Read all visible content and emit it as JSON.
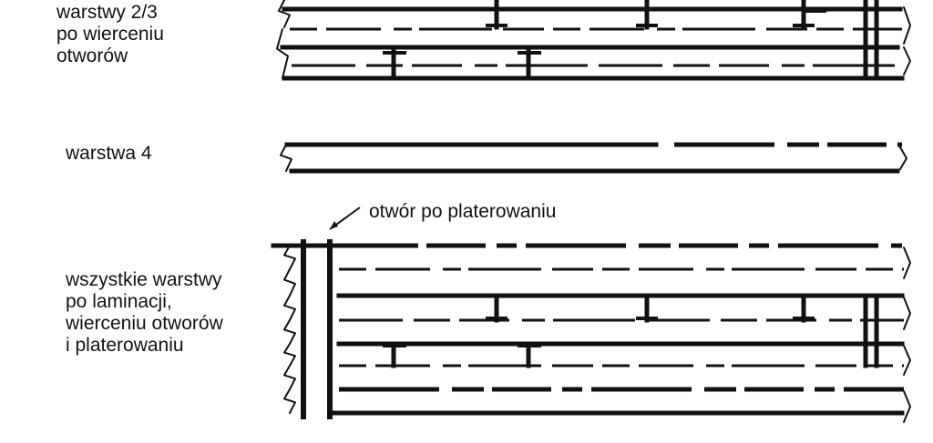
{
  "labels": {
    "layers_2_3": [
      "warstwy 2/3",
      "po wierceniu",
      "otworów"
    ],
    "layer_4": "warstwa 4",
    "hole": "otwór po platerowaniu",
    "all_layers": [
      "wszystkie warstwy",
      "po laminacji,",
      "wierceniu otworów",
      "i platerowaniu"
    ]
  },
  "colors": {
    "ink": "#111111",
    "background": "#ffffff"
  }
}
